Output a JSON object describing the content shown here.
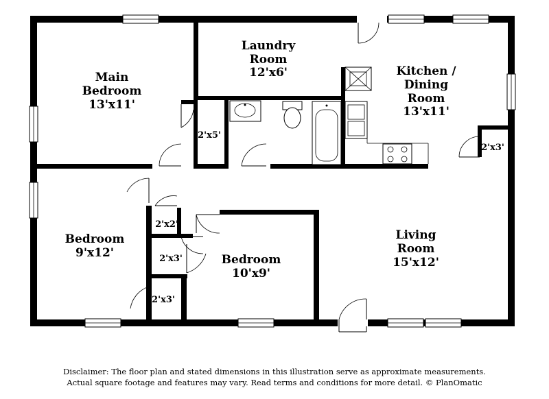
{
  "rooms": {
    "main_bedroom": {
      "name_line1": "Main",
      "name_line2": "Bedroom",
      "dims": "13'x11'"
    },
    "laundry": {
      "name_line1": "Laundry",
      "name_line2": "Room",
      "dims": "12'x6'"
    },
    "kitchen": {
      "name_line1": "Kitchen /",
      "name_line2": "Dining",
      "name_line3": "Room",
      "dims": "13'x11'"
    },
    "bedroom_left": {
      "name": "Bedroom",
      "dims": "9'x12'"
    },
    "bedroom_center": {
      "name": "Bedroom",
      "dims": "10'x9'"
    },
    "living": {
      "name_line1": "Living",
      "name_line2": "Room",
      "dims": "15'x12'"
    }
  },
  "closets": {
    "main_closet": "2'x5'",
    "kitchen_closet": "2'x3'",
    "hall_closet_1": "2'x2'",
    "hall_closet_2": "2'x3'",
    "bedroom_closet": "2'x3'"
  },
  "disclaimer": {
    "line1": "Disclaimer: The floor plan and stated dimensions in this illustration serve as approximate measurements.",
    "line2": "Actual square footage and features may vary. Read terms and conditions for more detail. © PlanOmatic"
  }
}
